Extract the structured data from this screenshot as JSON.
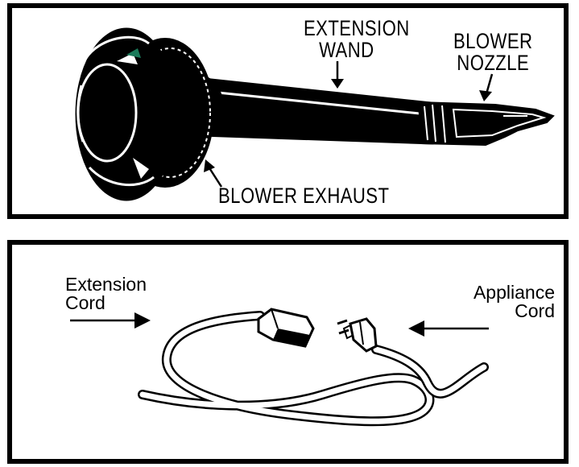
{
  "top_panel": {
    "labels": {
      "extension_wand": [
        "EXTENSION",
        "WAND"
      ],
      "blower_nozzle": [
        "BLOWER",
        "NOZZLE"
      ],
      "blower_exhaust": "BLOWER EXHAUST"
    }
  },
  "bottom_panel": {
    "labels": {
      "extension_cord": [
        "Extension",
        "Cord"
      ],
      "appliance_cord": [
        "Appliance",
        "Cord"
      ]
    }
  },
  "colors": {
    "ink": "#000000",
    "paper": "#ffffff",
    "accent": "#1b7a5a"
  }
}
